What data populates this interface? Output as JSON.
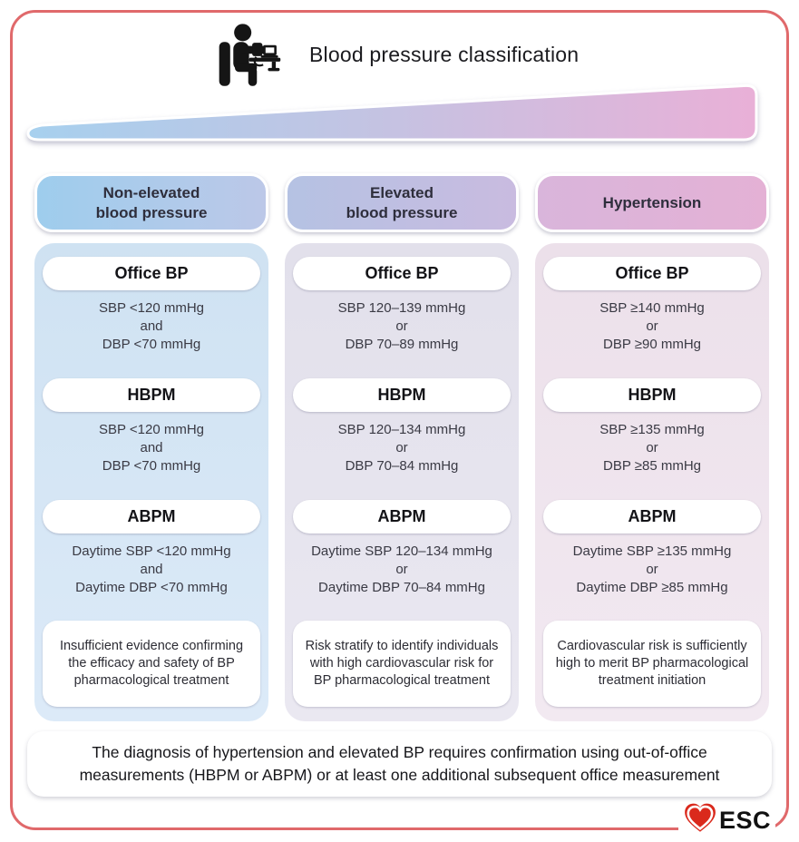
{
  "header": {
    "title": "Blood pressure classification",
    "icon": "bp-measurement-person-icon"
  },
  "severity_wedge": {
    "meaning": "increasing blood pressure severity left to right",
    "gradient": [
      "#a7d0ee",
      "#c2c4e3",
      "#e9b0d7"
    ]
  },
  "frame_color": "#e0696b",
  "columns": [
    {
      "header": [
        "Non-elevated",
        "blood pressure"
      ],
      "header_gradient": [
        "#9ecded",
        "#bcc8e8"
      ],
      "panel_color": "#d7e6f4",
      "sections": [
        {
          "label": "Office BP",
          "line1": "SBP <120 mmHg",
          "conj": "and",
          "line2": "DBP <70 mmHg"
        },
        {
          "label": "HBPM",
          "line1": "SBP <120 mmHg",
          "conj": "and",
          "line2": "DBP <70 mmHg"
        },
        {
          "label": "ABPM",
          "line1": "Daytime SBP <120 mmHg",
          "conj": "and",
          "line2": "Daytime DBP <70 mmHg"
        }
      ],
      "note": "Insufficient evidence confirming the efficacy and safety of BP pharmacological treatment"
    },
    {
      "header": [
        "Elevated",
        "blood pressure"
      ],
      "header_gradient": [
        "#b5c2e3",
        "#c9bbe0"
      ],
      "panel_color": "#e6e4ee",
      "sections": [
        {
          "label": "Office BP",
          "line1": "SBP 120–139 mmHg",
          "conj": "or",
          "line2": "DBP 70–89 mmHg"
        },
        {
          "label": "HBPM",
          "line1": "SBP 120–134 mmHg",
          "conj": "or",
          "line2": "DBP 70–84 mmHg"
        },
        {
          "label": "ABPM",
          "line1": "Daytime SBP 120–134 mmHg",
          "conj": "or",
          "line2": "Daytime DBP 70–84 mmHg"
        }
      ],
      "note": "Risk stratify to identify individuals with high cardiovascular risk for BP pharmacological treatment"
    },
    {
      "header": [
        "Hypertension",
        ""
      ],
      "header_gradient": [
        "#d9b5db",
        "#e4b1d5"
      ],
      "panel_color": "#f0e5ee",
      "sections": [
        {
          "label": "Office BP",
          "line1": "SBP ≥140 mmHg",
          "conj": "or",
          "line2": "DBP ≥90 mmHg"
        },
        {
          "label": "HBPM",
          "line1": "SBP ≥135 mmHg",
          "conj": "or",
          "line2": "DBP ≥85 mmHg"
        },
        {
          "label": "ABPM",
          "line1": "Daytime SBP ≥135 mmHg",
          "conj": "or",
          "line2": "Daytime DBP ≥85 mmHg"
        }
      ],
      "note": "Cardiovascular risk is sufficiently high to merit BP pharmacological treatment initiation"
    }
  ],
  "footer": {
    "lines": [
      "The diagnosis of hypertension and elevated BP requires confirmation using out-of-office",
      "measurements (HBPM or ABPM) or at least one additional subsequent office measurement"
    ]
  },
  "logo": {
    "label": "ESC",
    "heart_color": "#da291c"
  }
}
